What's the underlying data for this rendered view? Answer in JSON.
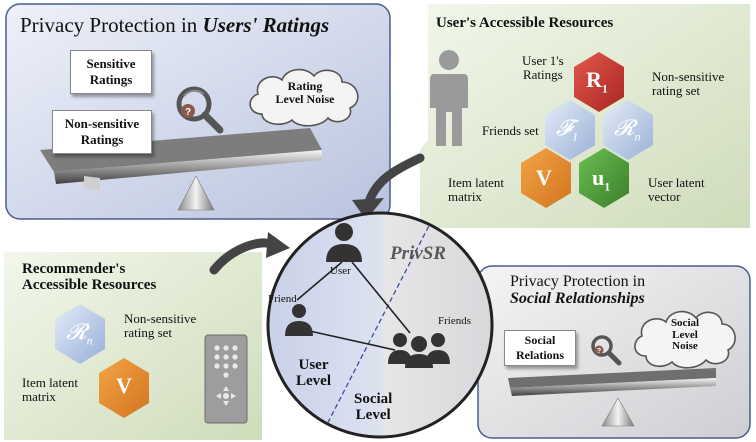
{
  "panel_ratings": {
    "title_prefix": "Privacy Protection in ",
    "title_emph": "Users' Ratings",
    "sensitive_line1": "Sensitive",
    "sensitive_line2": "Ratings",
    "nonsensitive_line1": "Non-sensitive",
    "nonsensitive_line2": "Ratings",
    "cloud_line1": "Rating",
    "cloud_line2": "Level Noise"
  },
  "panel_user_resources": {
    "title": "User's Accessible Resources",
    "ratings_label_line1": "User 1's",
    "ratings_label_line2": "Ratings",
    "r1_symbol": "R",
    "r1_sub": "1",
    "nonsensitive_line1": "Non-sensitive",
    "nonsensitive_line2": "rating set",
    "friends_label": "Friends set",
    "f1_symbol": "𝓕",
    "f1_sub": "1",
    "rn_symbol": "𝓡",
    "rn_sub": "n",
    "item_line1": "Item latent",
    "item_line2": "matrix",
    "v_symbol": "V",
    "u1_symbol": "u",
    "u1_sub": "1",
    "user_line1": "User latent",
    "user_line2": "vector"
  },
  "center": {
    "title": "PrivSR",
    "user_label": "User",
    "friend_label": "Friend",
    "friends_label": "Friends",
    "user_level_line1": "User",
    "user_level_line2": "Level",
    "social_level_line1": "Social",
    "social_level_line2": "Level"
  },
  "panel_recommender": {
    "title_line1": "Recommender's",
    "title_line2": "Accessible Resources",
    "rn_symbol": "𝓡",
    "rn_sub": "n",
    "nonsensitive_line1": "Non-sensitive",
    "nonsensitive_line2": "rating set",
    "v_symbol": "V",
    "item_line1": "Item latent",
    "item_line2": "matrix"
  },
  "panel_social": {
    "title_line1": "Privacy Protection in",
    "title_line2": "Social Relationships",
    "relations_line1": "Social",
    "relations_line2": "Relations",
    "cloud_line1": "Social",
    "cloud_line2": "Level",
    "cloud_line3": "Noise"
  },
  "colors": {
    "panel_blue": "#cfd6ea",
    "panel_green": "#dfe9cf",
    "panel_gray": "#e4e4e6",
    "hex_red": "#c8332c",
    "hex_orange": "#e58a2e",
    "hex_green": "#4d9a3a",
    "hex_blue": "#a9bde0"
  }
}
